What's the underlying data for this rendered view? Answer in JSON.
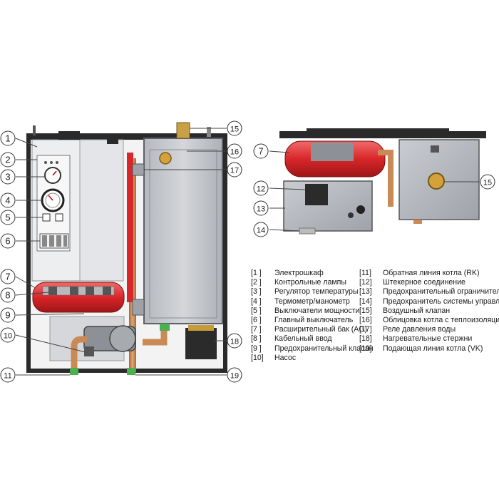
{
  "callouts": {
    "c1": "1",
    "c2": "2",
    "c3": "3",
    "c4": "4",
    "c5": "5",
    "c6": "6",
    "c7": "7",
    "c8": "8",
    "c9": "9",
    "c10": "10",
    "c11": "11",
    "c15": "15",
    "c16": "16",
    "c17": "17",
    "c18": "18",
    "c19": "19",
    "t7": "7",
    "t12": "12",
    "t13": "13",
    "t14": "14",
    "t15": "15"
  },
  "legend": {
    "left": [
      {
        "num": "[1 ]",
        "text": "Электрошкаф"
      },
      {
        "num": "[2 ]",
        "text": "Контрольные лампы"
      },
      {
        "num": "[3 ]",
        "text": "Регулятор температуры"
      },
      {
        "num": "[4 ]",
        "text": "Термометр/манометр"
      },
      {
        "num": "[5 ]",
        "text": "Выключатели мощности"
      },
      {
        "num": "[6 ]",
        "text": "Главный выключатель"
      },
      {
        "num": "[7 ]",
        "text": "Расширительный бак (AG)"
      },
      {
        "num": "[8 ]",
        "text": "Кабельный ввод"
      },
      {
        "num": "[9 ]",
        "text": "Предохранительный клапан"
      },
      {
        "num": "[10]",
        "text": "Насос"
      }
    ],
    "right": [
      {
        "num": "[11]",
        "text": "Обратная линия котла (RK)"
      },
      {
        "num": "[12]",
        "text": "Штекерное соединение"
      },
      {
        "num": "[13]",
        "text": "Предохранительный ограничитель"
      },
      {
        "num": "[14]",
        "text": "Предохранитель системы управления"
      },
      {
        "num": "[15]",
        "text": "Воздушный клапан"
      },
      {
        "num": "[16]",
        "text": "Облицовка котла с теплоизоляцией"
      },
      {
        "num": "[17]",
        "text": "Реле давления воды"
      },
      {
        "num": "[18]",
        "text": "Нагревательные стержни"
      },
      {
        "num": "[19]",
        "text": "Подающая линия котла (VK)"
      }
    ]
  },
  "colors": {
    "tank_red": "#d8262a",
    "copper": "#c98a55",
    "panel": "#e9eaec",
    "boiler": "#c9cbd0",
    "frame": "#2a2a2a",
    "fitting_green": "#4caf50"
  }
}
